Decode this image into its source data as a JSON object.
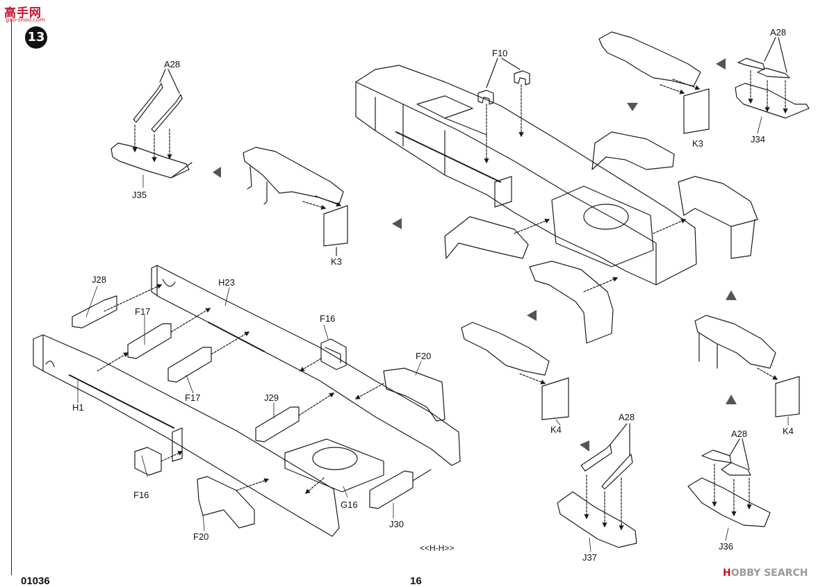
{
  "branding": {
    "logo_text": "高手网",
    "logo_sub": "gao-shou.com",
    "watermark_mark": "H",
    "watermark_text": "OBBY SEARCH"
  },
  "step": {
    "number": "13"
  },
  "footer": {
    "code": "01036",
    "page": "16"
  },
  "section_marker": "<<H-H>>",
  "labels": {
    "A28_a": "A28",
    "J35": "J35",
    "K3_a": "K3",
    "F10": "F10",
    "A28_b": "A28",
    "K3_b": "K3",
    "J34": "J34",
    "J28": "J28",
    "H23": "H23",
    "F17_a": "F17",
    "F17_b": "F17",
    "H1": "H1",
    "F16_a": "F16",
    "F16_b": "F16",
    "F20_a": "F20",
    "F20_b": "F20",
    "J29": "J29",
    "G16": "G16",
    "J30": "J30",
    "K4_a": "K4",
    "K4_b": "K4",
    "A28_c": "A28",
    "A28_d": "A28",
    "J37": "J37",
    "J36": "J36"
  }
}
